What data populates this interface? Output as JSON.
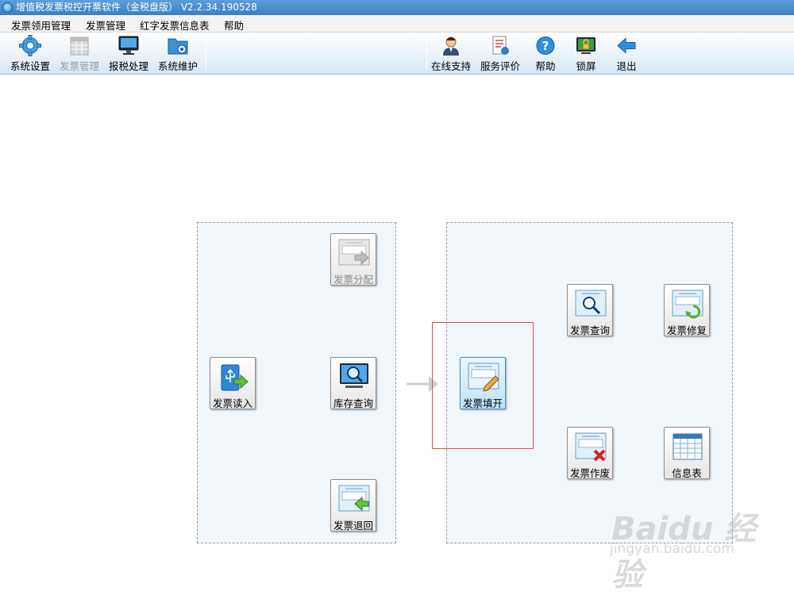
{
  "window": {
    "title": "增值税发票税控开票软件（金税盘版） V2.2.34.190528"
  },
  "menu": [
    "发票领用管理",
    "发票管理",
    "红字发票信息表",
    "帮助"
  ],
  "toolbar": {
    "left": [
      {
        "label": "系统设置",
        "icon": "gear-icon"
      },
      {
        "label": "发票管理",
        "icon": "invoice-grid-icon",
        "disabled": true
      },
      {
        "label": "报税处理",
        "icon": "monitor-icon"
      },
      {
        "label": "系统维护",
        "icon": "folder-gear-icon"
      }
    ],
    "right": [
      {
        "label": "在线支持",
        "icon": "support-agent-icon"
      },
      {
        "label": "服务评价",
        "icon": "evaluation-icon"
      },
      {
        "label": "帮助",
        "icon": "help-icon"
      },
      {
        "label": "锁屏",
        "icon": "lock-screen-icon"
      },
      {
        "label": "退出",
        "icon": "exit-arrow-icon"
      }
    ]
  },
  "flow": {
    "read": "发票读入",
    "distribute": "发票分配",
    "stock_query": "库存查询",
    "return": "发票退回",
    "fill": "发票填开",
    "query": "发票查询",
    "void": "发票作废",
    "repair": "发票修复",
    "info_table": "信息表"
  },
  "watermark": {
    "brand": "Baidu 经验",
    "url": "jingyan.baidu.com"
  },
  "colors": {
    "title_bar": "#3a7fc5",
    "panel_bg": "#f1f6fa",
    "highlight": "#e05050",
    "arrow": "#c8c8c8"
  }
}
